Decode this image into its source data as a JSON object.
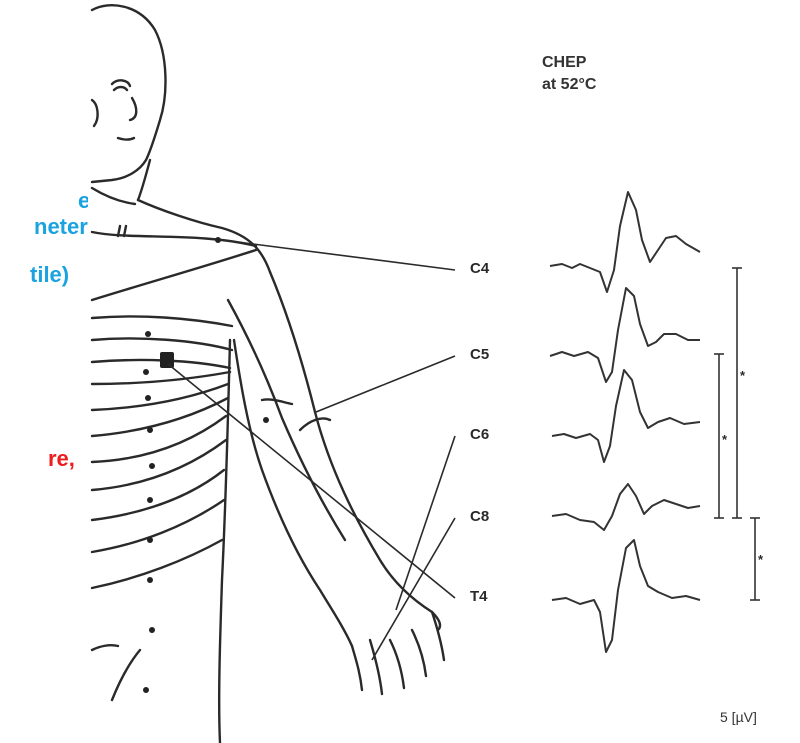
{
  "left_text": {
    "blue_lines": [
      "e",
      "neter",
      "tile)"
    ],
    "red_line": "re,"
  },
  "title": {
    "line1": "CHEP",
    "line2": "at 52°C"
  },
  "levels": [
    "C4",
    "C5",
    "C6",
    "C8",
    "T4"
  ],
  "scale_label": "5 [µV]",
  "significance_marks": [
    "*",
    "*",
    "*"
  ],
  "colors": {
    "blue_text": "#1aa3e0",
    "red_text": "#ee1c1c",
    "line": "#333333"
  }
}
